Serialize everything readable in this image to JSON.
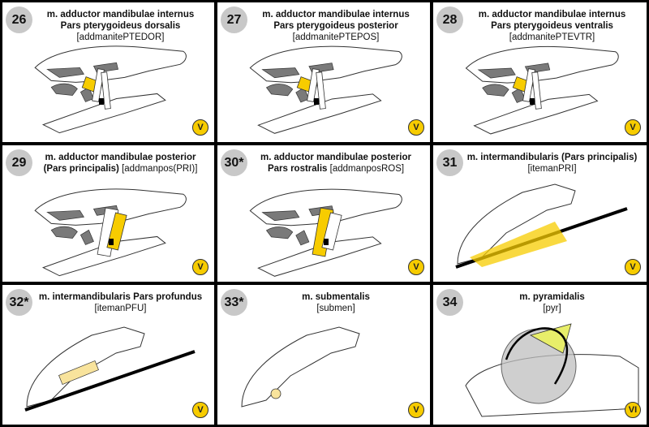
{
  "colors": {
    "accent_yellow": "#f7cc00",
    "pale_yellow": "#f8e39c",
    "lime": "#e8ee6a",
    "badge_gray": "#c8c8c8",
    "bone_gray": "#7a7a7a"
  },
  "panels": [
    {
      "number": "26",
      "line1": "m. adductor mandibulae internus",
      "line2": "Pars pterygoideus dorsalis",
      "line3": "[addmanitePTEDOR]",
      "line3_inline": "",
      "roman": "V",
      "diagram": "pterygoid"
    },
    {
      "number": "27",
      "line1": "m. adductor mandibulae internus",
      "line2": "Pars pterygoideus posterior",
      "line3": "[addmanitePTEPOS]",
      "line3_inline": "",
      "roman": "V",
      "diagram": "pterygoid"
    },
    {
      "number": "28",
      "line1": "m. adductor mandibulae internus",
      "line2": "Pars pterygoideus ventralis",
      "line3": "[addmanitePTEVTR]",
      "line3_inline": "",
      "roman": "V",
      "diagram": "pterygoid"
    },
    {
      "number": "29",
      "line1": "m. adductor mandibulae posterior",
      "line2": "(Pars principalis)",
      "line3": "",
      "line3_inline": "[addmanpos(PRI)]",
      "roman": "V",
      "diagram": "posterior"
    },
    {
      "number": "30*",
      "line1": "m. adductor mandibulae posterior",
      "line2": "Pars rostralis",
      "line3": "",
      "line3_inline": "[addmanposROS]",
      "roman": "V",
      "diagram": "posterior"
    },
    {
      "number": "31",
      "line1": "m. intermandibularis (Pars principalis)",
      "line2": "",
      "line3": "[itemanPRI]",
      "line3_inline": "",
      "roman": "V",
      "diagram": "jaw"
    },
    {
      "number": "32*",
      "line1": "m. intermandibularis Pars profundus",
      "line2": "",
      "line3": "[itemanPFU]",
      "line3_inline": "",
      "roman": "V",
      "diagram": "jaw"
    },
    {
      "number": "33*",
      "line1": "m. submentalis",
      "line2": "",
      "line3": "[submen]",
      "line3_inline": "",
      "roman": "V",
      "diagram": "submental"
    },
    {
      "number": "34",
      "line1": "m. pyramidalis",
      "line2": "",
      "line3": "[pyr]",
      "line3_inline": "",
      "roman": "VI",
      "diagram": "pyramid"
    }
  ]
}
